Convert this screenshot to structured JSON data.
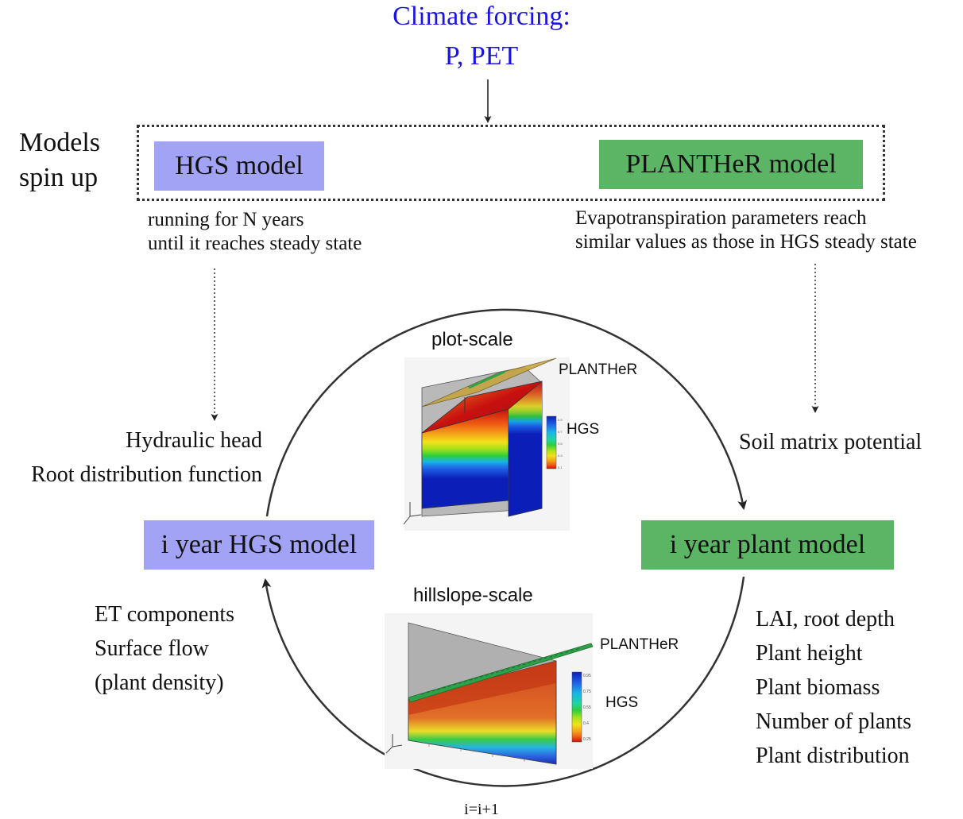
{
  "climate": {
    "title": "Climate forcing:",
    "variables": "P, PET"
  },
  "spinup": {
    "label_line1": "Models",
    "label_line2": "spin up",
    "hgs_model": "HGS model",
    "planther_model": "PLANTHeR model",
    "hgs_note_line1": "running for N years",
    "hgs_note_line2": "until it reaches steady state",
    "planther_note_line1": "Evapotranspiration parameters reach",
    "planther_note_line2": "similar values as those in HGS steady state"
  },
  "cycle": {
    "hgs_model": "i year HGS model",
    "plant_model": "i year plant model",
    "to_plant": "Soil matrix potential",
    "to_hgs": [
      "Hydraulic head",
      "Root distribution function"
    ],
    "et_outputs": [
      "ET components",
      "Surface flow",
      "(plant density)"
    ],
    "plant_outputs": [
      "LAI, root depth",
      "Plant height",
      "Plant biomass",
      "Number of plants",
      "Plant distribution"
    ],
    "iteration": "i=i+1"
  },
  "panels": {
    "plot": {
      "title": "plot-scale",
      "planther_label": "PLANTHeR",
      "hgs_label": "HGS"
    },
    "hillslope": {
      "title": "hillslope-scale",
      "planther_label": "PLANTHeR",
      "hgs_label": "HGS"
    }
  },
  "colors": {
    "climate_text": "#1a14e0",
    "hgs_box": "#a3a3f6",
    "planther_box": "#5cb565",
    "ramp": [
      "#0b1fb8",
      "#1f5ee6",
      "#18b4e8",
      "#1ed6a0",
      "#2ecf3a",
      "#a6e11a",
      "#f2e21a",
      "#f5a21a",
      "#ef5a12",
      "#c81010"
    ]
  }
}
